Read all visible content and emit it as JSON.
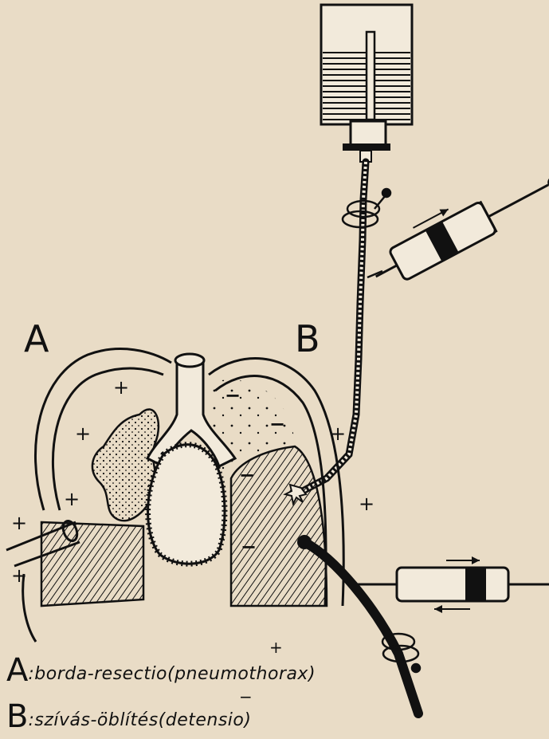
{
  "labels": {
    "a": "A",
    "b": "B"
  },
  "captions": [
    {
      "letter": "A",
      "text": ":borda-resectio(pneumothorax)",
      "mark": "+"
    },
    {
      "letter": "B",
      "text": ":szívás-öblítés(detensio)",
      "mark": "−"
    }
  ],
  "pressure_signs": {
    "positive": "+",
    "negative": "−"
  },
  "icons": [
    "irrigation-bottle-icon",
    "tube-clamp-icon",
    "syringe-icon",
    "lung-icon",
    "heart-icon",
    "trachea-icon",
    "rib-icon"
  ],
  "colors": {
    "paper": "#e9dcc6",
    "ink": "#111111"
  }
}
